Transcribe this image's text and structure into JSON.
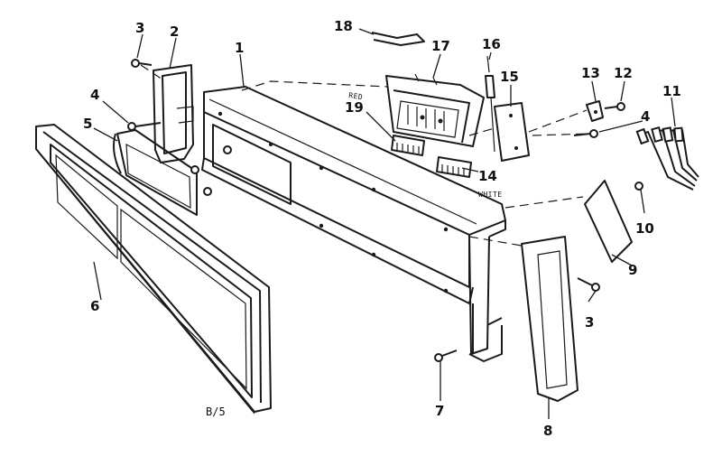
{
  "diagram": {
    "diagram_code": "B/5",
    "wire_labels": {
      "red": "RED",
      "white": "WHITE"
    },
    "callouts": {
      "c1": "1",
      "c2": "2",
      "c3a": "3",
      "c3b": "3",
      "c4a": "4",
      "c4b": "4",
      "c5": "5",
      "c6": "6",
      "c7": "7",
      "c8": "8",
      "c9": "9",
      "c10": "10",
      "c11": "11",
      "c12": "12",
      "c13": "13",
      "c14": "14",
      "c15": "15",
      "c16": "16",
      "c17": "17",
      "c18": "18",
      "c19": "19"
    }
  }
}
